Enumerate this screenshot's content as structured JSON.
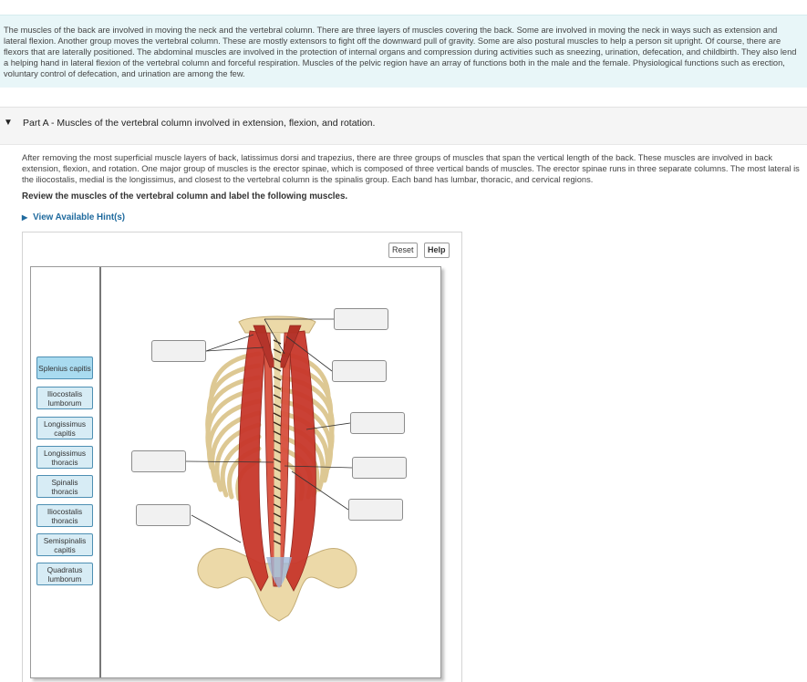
{
  "intro": {
    "text": "The muscles of the back are involved in moving the neck and the vertebral column. There are three layers of muscles covering the back. Some are involved in moving the neck in ways such as extension and lateral flexion. Another group moves the vertebral column. These are mostly extensors to fight off the downward pull of gravity. Some are also postural muscles to help a person sit upright. Of course, there are flexors that are laterally positioned. The abdominal muscles are involved in the protection of internal organs and compression during activities such as sneezing, urination, defecation, and childbirth. They also lend a helping hand in lateral flexion of the vertebral column and forceful respiration. Muscles of the pelvic region have an array of functions both in the male and the female. Physiological functions such as erection, voluntary control of defecation, and urination are among the few."
  },
  "part": {
    "toggle_icon": "caret-down-icon",
    "label": "Part A",
    "title": " - Muscles of the vertebral column involved in extension, flexion, and rotation.",
    "description": "After removing the most superficial muscle layers of back, latissimus dorsi and trapezius, there are three groups of muscles that span the vertical length of the back. These muscles are involved in back extension, flexion, and rotation. One major group of muscles is the erector spinae, which is composed of three vertical bands of muscles. The erector spinae runs in three separate columns. The most lateral is the iliocostalis, medial is the longissimus, and closest to the vertebral column is the spinalis group. Each band has lumbar, thoracic, and cervical regions.",
    "prompt": "Review the muscles of the vertebral column and label the following muscles.",
    "hint_label": "View Available Hint(s)"
  },
  "toolbar": {
    "reset_label": "Reset",
    "help_label": "Help"
  },
  "labels": [
    {
      "text": "Splenius capitis"
    },
    {
      "text": "Iliocostalis lumborum"
    },
    {
      "text": "Longissimus capitis"
    },
    {
      "text": "Longissimus thoracis"
    },
    {
      "text": "Spinalis thoracis"
    },
    {
      "text": "Iliocostalis thoracis"
    },
    {
      "text": "Semispinalis capitis"
    },
    {
      "text": "Quadratus lumborum"
    }
  ],
  "colors": {
    "chip_fill": "#a9dbf0",
    "chip_border": "#4d8fb3",
    "hint_link": "#1f6a9e",
    "intro_bg": "#e8f6f8",
    "muscle": "#c8372b",
    "bone": "#ecd9a8"
  }
}
